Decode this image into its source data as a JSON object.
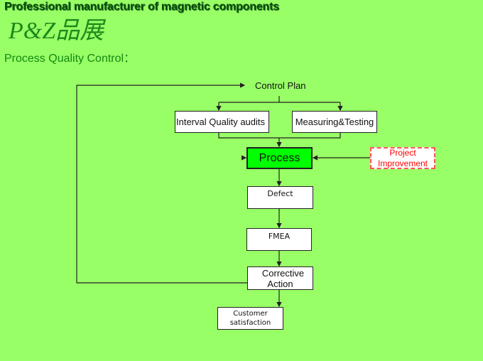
{
  "header": {
    "tagline": "Professional manufacturer of magnetic components",
    "logo": "P&Z品展",
    "section_title": "Process Quality Control："
  },
  "diagram": {
    "nodes": {
      "control_plan": "Control Plan",
      "interval_audits": "Interval  Quality audits",
      "measuring_testing": "Measuring&Testing",
      "process": "Process",
      "project_improvement_line1": "Project",
      "project_improvement_line2": "Improvement",
      "defect": "Defect",
      "fmea": "FMEA",
      "corrective_line1": "Corrective",
      "corrective_line2": "Action",
      "customer_line1": "Customer",
      "customer_line2": "satisfaction"
    },
    "colors": {
      "background": "#99ff66",
      "process_fill": "#00ff00",
      "improvement_border": "#ff4444",
      "improvement_text": "#ff0000"
    }
  }
}
